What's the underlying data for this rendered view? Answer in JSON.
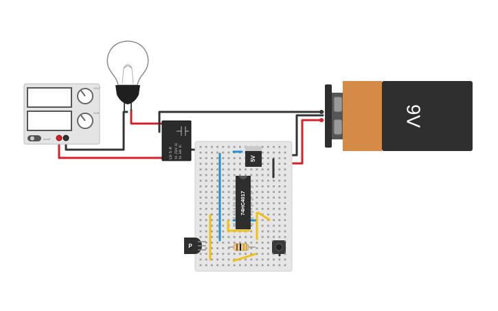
{
  "battery": {
    "label": "9V"
  },
  "regulator": {
    "label": "5V"
  },
  "ic": {
    "label": "74HC4017"
  },
  "transistor": {
    "label": "P"
  },
  "relay": {
    "lines": [
      "LU-5-R",
      "5A 250V AC",
      "5A 30V DC"
    ]
  },
  "power_supply": {
    "button_label": "on/off",
    "knob1_label": "VOLT",
    "knob2_label": "CUR"
  },
  "colors": {
    "wire_red": "#d6202a",
    "wire_black": "#333333",
    "wire_blue": "#1f8fd0",
    "wire_yellow": "#f2c014",
    "battery_body": "#2f2f2f",
    "battery_band": "#d68a48",
    "breadboard": "#e6e6e6"
  }
}
